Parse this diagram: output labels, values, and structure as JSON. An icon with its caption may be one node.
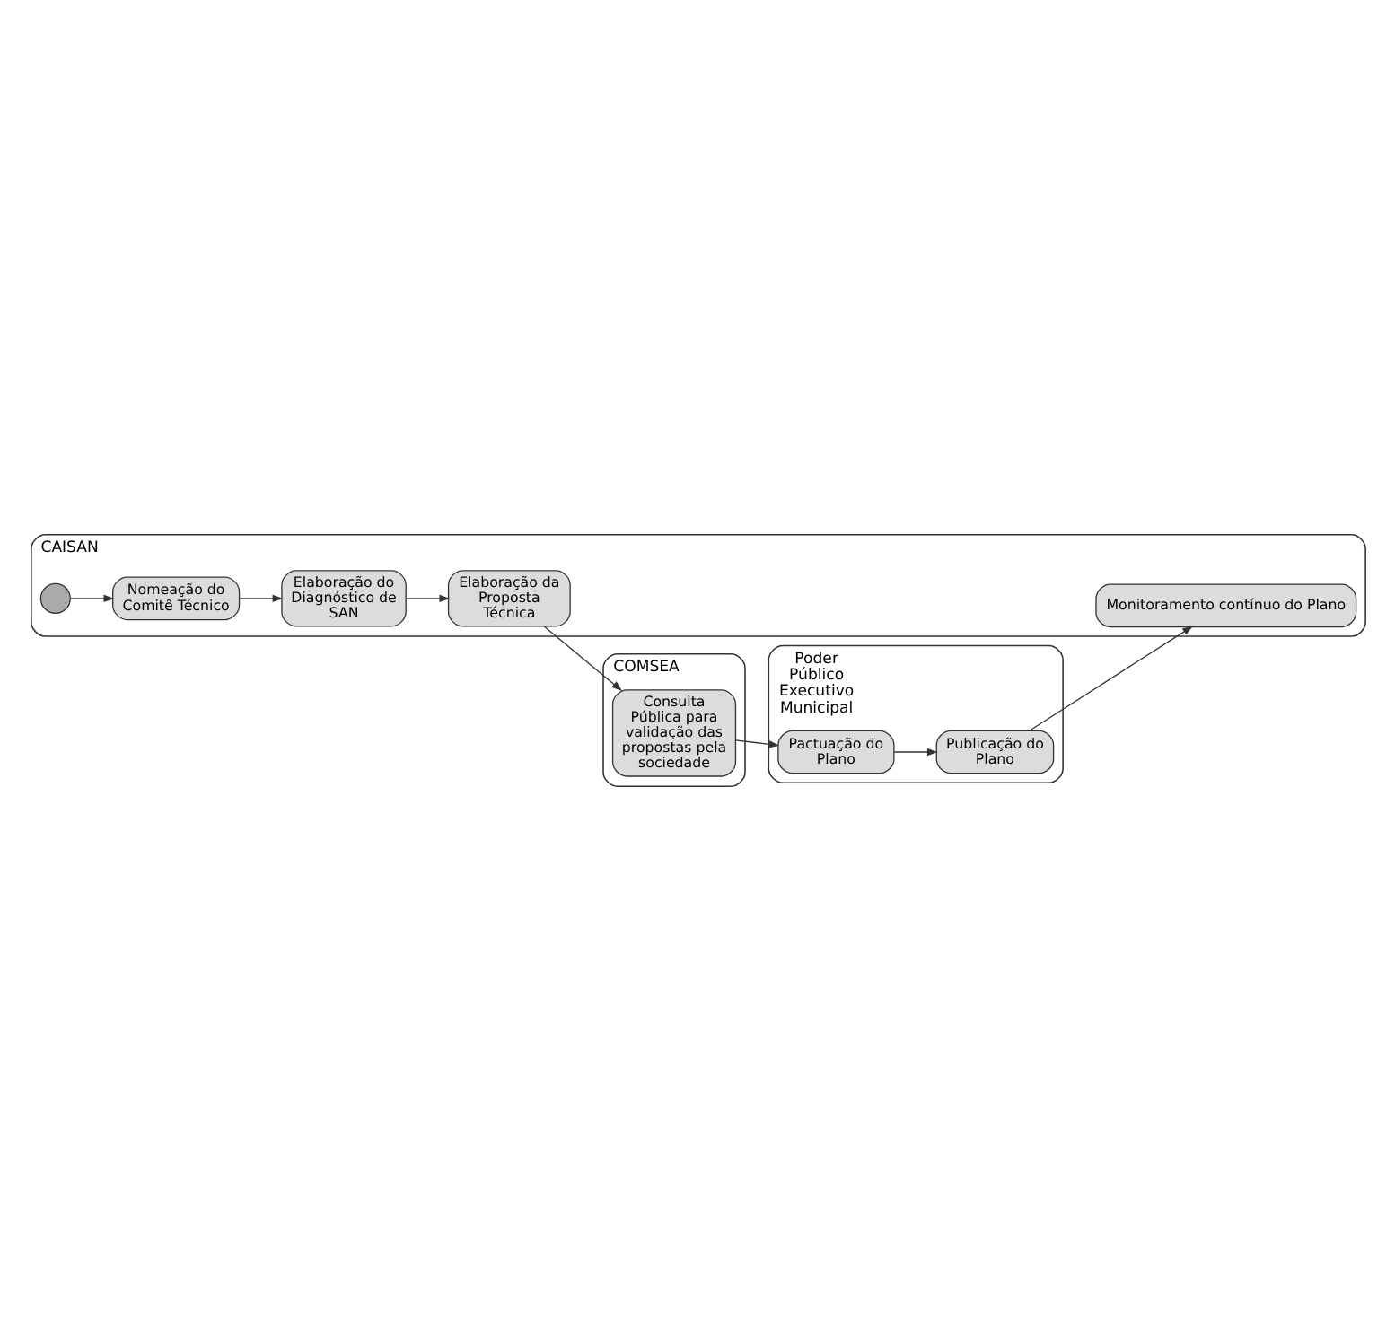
{
  "diagram": {
    "nodes": [
      {
        "text": [
          "Poder Público Executivo Municipal"
        ]
      },
      {
        "text": [
          "Pactuação do Plano"
        ],
        "in": 0
      },
      {
        "text": [
          "Publicação do Plano"
        ],
        "in": 0
      },
      {
        "text": [
          "COMSEA"
        ]
      },
      {
        "text": [
          "Consulta Pública para validação das propostas pela sociedade"
        ],
        "in": 3
      },
      {
        "text": [
          "CAISAN"
        ]
      },
      {
        "text": [],
        "shape": "circle",
        "in": 5
      },
      {
        "text": [
          "Nomeação do Comitê Técnico"
        ],
        "in": 5
      },
      {
        "text": [
          "Elaboração do Diagnóstico de SAN"
        ],
        "in": 5
      },
      {
        "text": [
          "Elaboração da Proposta Técnica"
        ],
        "in": 5
      },
      {
        "text": [
          "Monitoramento contínuo do Plano"
        ],
        "in": 5
      }
    ],
    "edges": [
      {
        "from": 6,
        "to": 7,
        "arrow": "to"
      },
      {
        "from": 7,
        "to": 8,
        "arrow": "to"
      },
      {
        "from": 8,
        "to": 9,
        "arrow": "to"
      },
      {
        "from": 9,
        "to": 4,
        "arrow": "to"
      },
      {
        "from": 4,
        "to": 1,
        "arrow": "to"
      },
      {
        "from": 1,
        "to": 2,
        "arrow": "to"
      },
      {
        "from": 2,
        "to": 10,
        "arrow": "to"
      }
    ]
  }
}
